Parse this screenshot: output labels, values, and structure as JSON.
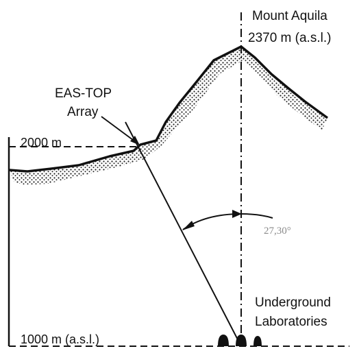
{
  "labels": {
    "peak_name": "Mount Aquila",
    "peak_elevation": "2370 m (a.s.l.)",
    "array_line1": "EAS-TOP",
    "array_line2": "Array",
    "level_2000": "2000 m",
    "level_1000": "1000 m (a.s.l.)",
    "angle": "27,30°",
    "lab_line1": "Underground",
    "lab_line2": "Laboratories"
  }
}
